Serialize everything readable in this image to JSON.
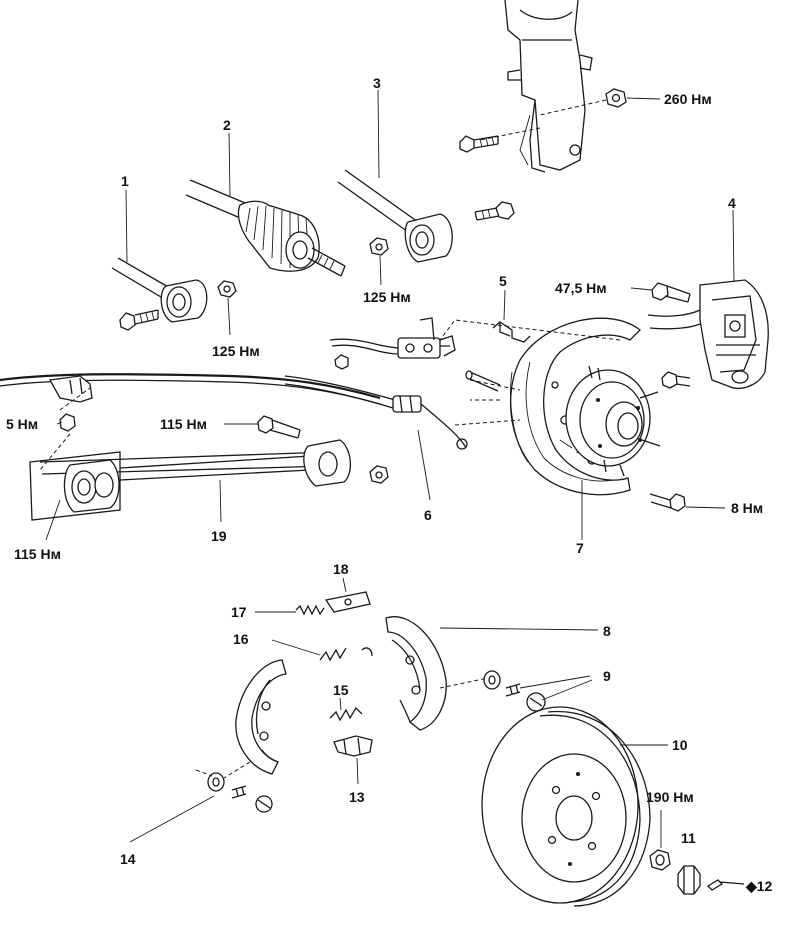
{
  "labels": {
    "p1": "1",
    "p2": "2",
    "p3": "3",
    "p4": "4",
    "p5": "5",
    "p6": "6",
    "p7": "7",
    "p8": "8",
    "p9": "9",
    "p10": "10",
    "p11": "11",
    "p12": "◆12",
    "p13": "13",
    "p14": "14",
    "p15": "15",
    "p16": "16",
    "p17": "17",
    "p18": "18",
    "p19": "19"
  },
  "torques": {
    "t260": "260 Нм",
    "t125a": "125 Нм",
    "t125b": "125 Нм",
    "t47": "47,5 Нм",
    "t5": "5 Нм",
    "t115a": "115 Нм",
    "t115b": "115 Нм",
    "t8": "8 Нм",
    "t190": "190 Нм"
  }
}
